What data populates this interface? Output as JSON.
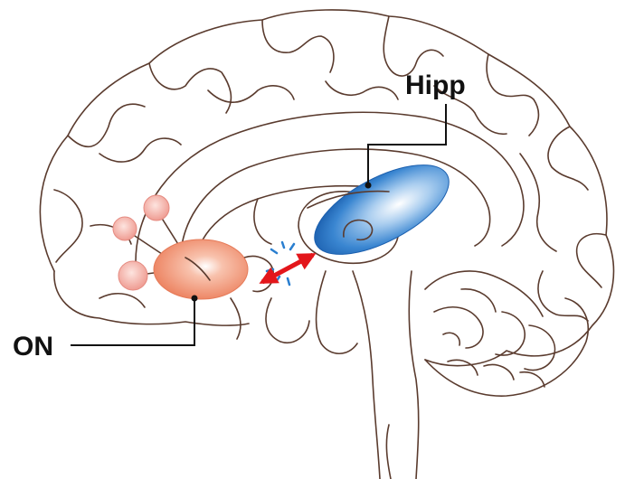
{
  "labels": {
    "hippocampus": "Hipp",
    "olfactory": "ON"
  },
  "colors": {
    "hippocampus_fill": "#1f6fc2",
    "olfactory_fill": "#ef8a6a",
    "glomeruli_fill": "#f3a9a0",
    "arrow": "#e3161b",
    "spark": "#2a7fd0",
    "outline": "#5a3b2e"
  },
  "connection": {
    "type": "bidirectional-arrow",
    "from": "ON",
    "to": "Hipp"
  }
}
